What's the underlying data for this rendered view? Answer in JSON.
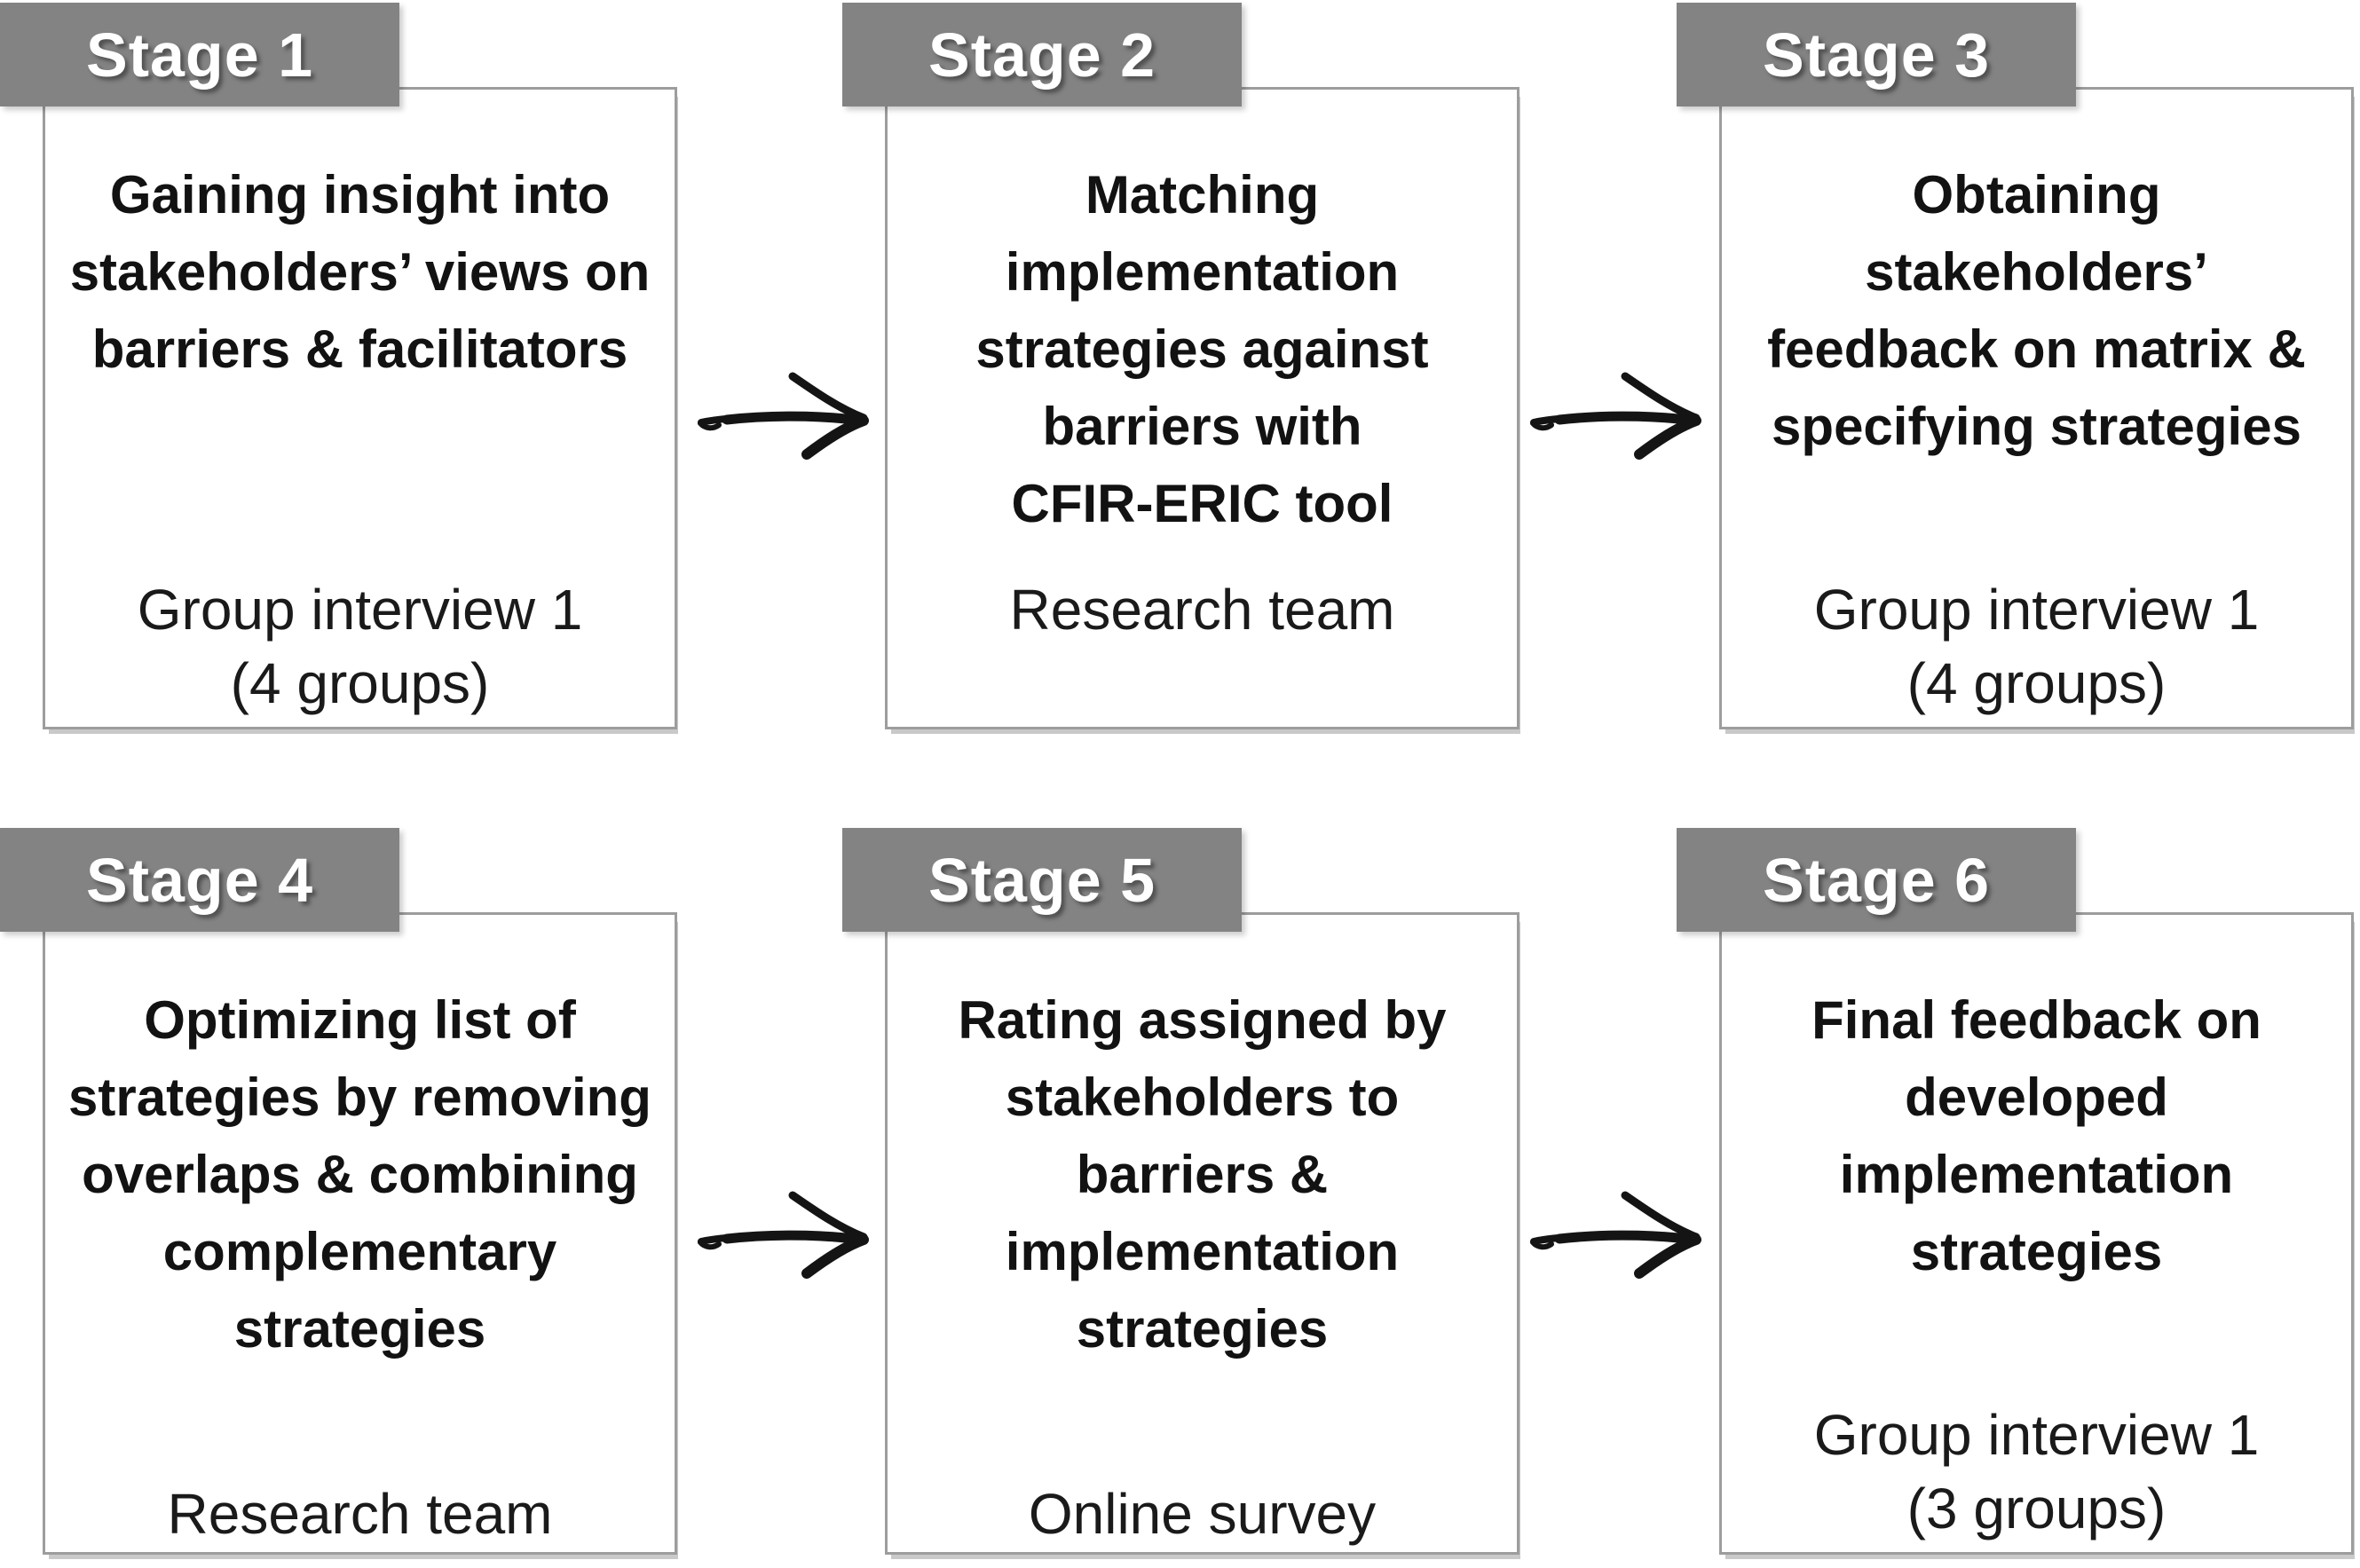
{
  "colors": {
    "tab_background": "#838383",
    "tab_text": "#ffffff",
    "box_border": "#9d9d9d",
    "box_background": "#ffffff",
    "title_text": "#121212",
    "footer_text": "#1a1a1a",
    "arrow": "#141414",
    "shadow": "#c9c9c9"
  },
  "stages": [
    {
      "tab_label": "Stage 1",
      "title_lines": [
        "Gaining insight into",
        "stakeholders’ views on",
        "barriers & facilitators"
      ],
      "footer_lines": [
        "Group interview 1",
        "(4 groups)"
      ]
    },
    {
      "tab_label": "Stage 2",
      "title_lines": [
        "Matching",
        "implementation",
        "strategies against",
        "barriers with",
        "CFIR-ERIC tool"
      ],
      "footer_lines": [
        "Research team"
      ]
    },
    {
      "tab_label": "Stage 3",
      "title_lines": [
        "Obtaining",
        "stakeholders’",
        "feedback on matrix &",
        "specifying strategies"
      ],
      "footer_lines": [
        "Group interview 1",
        "(4 groups)"
      ]
    },
    {
      "tab_label": "Stage 4",
      "title_lines": [
        "Optimizing list of",
        "strategies by removing",
        "overlaps & combining",
        "complementary",
        "strategies"
      ],
      "footer_lines": [
        "Research team"
      ]
    },
    {
      "tab_label": "Stage 5",
      "title_lines": [
        "Rating assigned by",
        "stakeholders to",
        "barriers &",
        "implementation",
        "strategies"
      ],
      "footer_lines": [
        "Online survey"
      ]
    },
    {
      "tab_label": "Stage 6",
      "title_lines": [
        "Final feedback on",
        "developed",
        "implementation",
        "strategies"
      ],
      "footer_lines": [
        "Group interview 1",
        "(3 groups)"
      ]
    }
  ]
}
